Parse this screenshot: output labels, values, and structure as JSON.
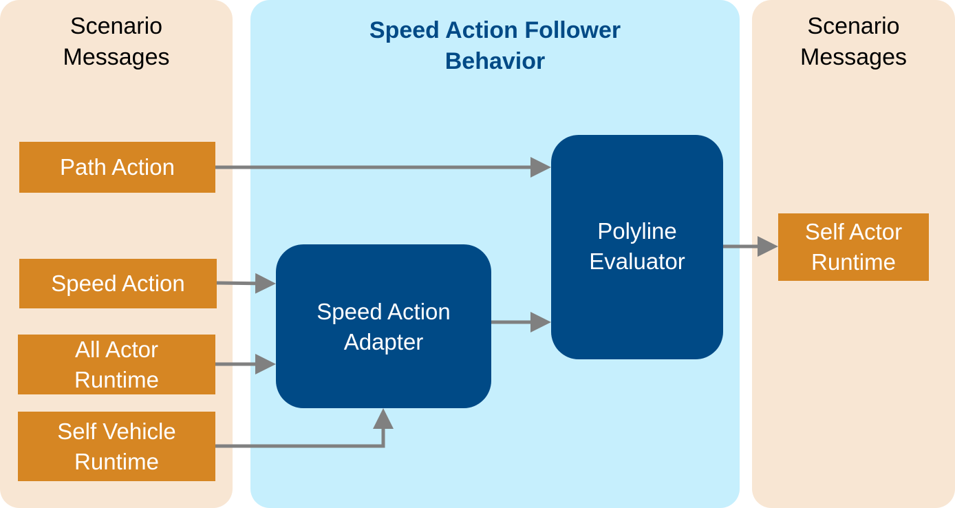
{
  "left_panel": {
    "title": "Scenario\nMessages",
    "items": [
      "Path Action",
      "Speed Action",
      "All Actor\nRuntime",
      "Self Vehicle\nRuntime"
    ]
  },
  "middle_panel": {
    "title": "Speed Action Follower\nBehavior",
    "adapter": "Speed Action\nAdapter",
    "evaluator": "Polyline\nEvaluator"
  },
  "right_panel": {
    "title": "Scenario\nMessages",
    "output": "Self Actor\nRuntime"
  },
  "colors": {
    "input_box": "#d68623",
    "block": "#004a86",
    "arrow": "#808080"
  }
}
